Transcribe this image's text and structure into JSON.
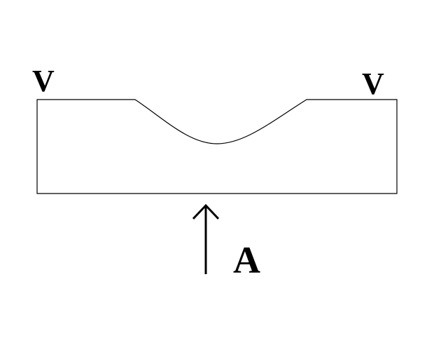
{
  "labels": {
    "left_marker": "V",
    "right_marker": "V",
    "arrow_label": "A"
  },
  "colors": {
    "stroke": "#000000",
    "background": "#ffffff"
  },
  "icons": {
    "arrow": "arrow-up-icon"
  }
}
